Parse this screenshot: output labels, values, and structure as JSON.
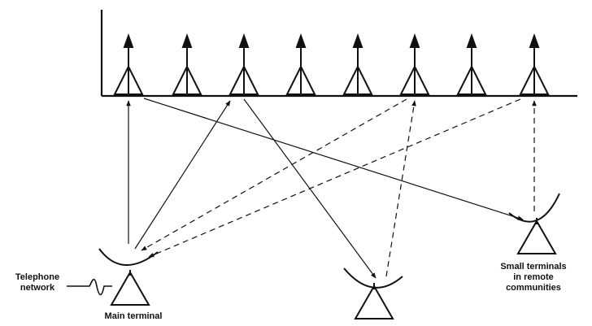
{
  "labels": {
    "telephone_network": "Telephone\nnetwork",
    "main_terminal": "Main terminal",
    "small_terminals": "Small terminals\nin remote\ncommunities"
  },
  "colors": {
    "ink": "#111111",
    "paper": "#ffffff"
  }
}
